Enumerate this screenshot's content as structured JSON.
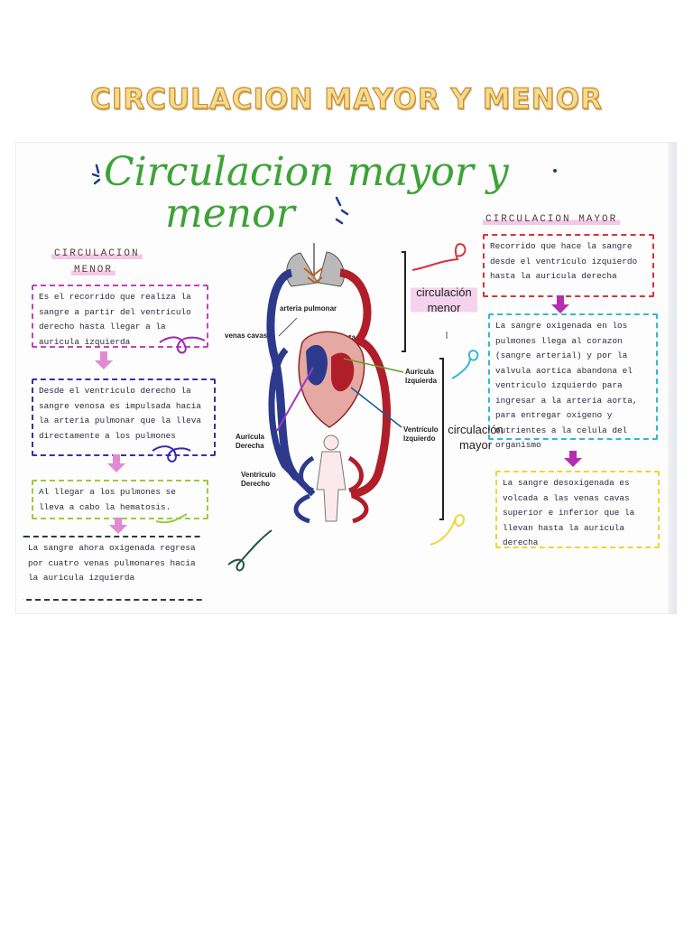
{
  "page_title": "CIRCULACION MAYOR Y MENOR",
  "poster": {
    "handwritten_title_line1": "Circulacion mayor y",
    "handwritten_title_line2": "menor",
    "menor_heading_line1": "CIRCULACION",
    "menor_heading_line2": "MENOR",
    "mayor_heading": "CIRCULACION MAYOR",
    "menor_notes": [
      "Es el recorrido que realiza la sangre a partir del ventriculo derecho hasta llegar a la auricula izquierda",
      "Desde el ventriculo derecho la sangre venosa es impulsada hacia la arteria pulmonar que la lleva directamente a los pulmones",
      "Al llegar a los pulmones se lleva a cabo la hematosis.",
      "La sangre ahora oxigenada regresa por cuatro venas pulmonares hacia la auricula izquierda"
    ],
    "mayor_notes": [
      "Recorrido que hace la sangre desde el ventriculo izquierdo hasta la auricula derecha",
      "La sangre oxigenada en los pulmones llega al corazon (sangre arterial) y por la valvula aortica abandona el ventriculo izquierdo para ingresar a la arteria aorta, para entregar oxigeno y nutrientes a la celula del organismo",
      "La sangre desoxigenada es volcada a las venas cavas superior e inferior que la llevan hasta la auricula derecha"
    ],
    "diagram_labels": {
      "arteria_pulmonar": "arteria pulmonar",
      "venas_cavas": "venas cavas",
      "aorta": "Aorta",
      "auricula_izquierda": "Aurícula\nIzquierda",
      "auricula_derecha": "Aurícula\nDerecha",
      "ventriculo_izquierdo": "Ventrículo\nIzquierdo",
      "ventriculo_derecho": "Ventrículo\nDerecho"
    },
    "circuit_labels": {
      "menor": "circulación\nmenor",
      "mayor": "circulación\nmayor"
    }
  },
  "colors": {
    "title_fill": "#f3dc8a",
    "title_outline": "#c98a3c",
    "handwritten_green": "#3da337",
    "venous_blue": "#2d3a8c",
    "arterial_red": "#b01e2a"
  }
}
